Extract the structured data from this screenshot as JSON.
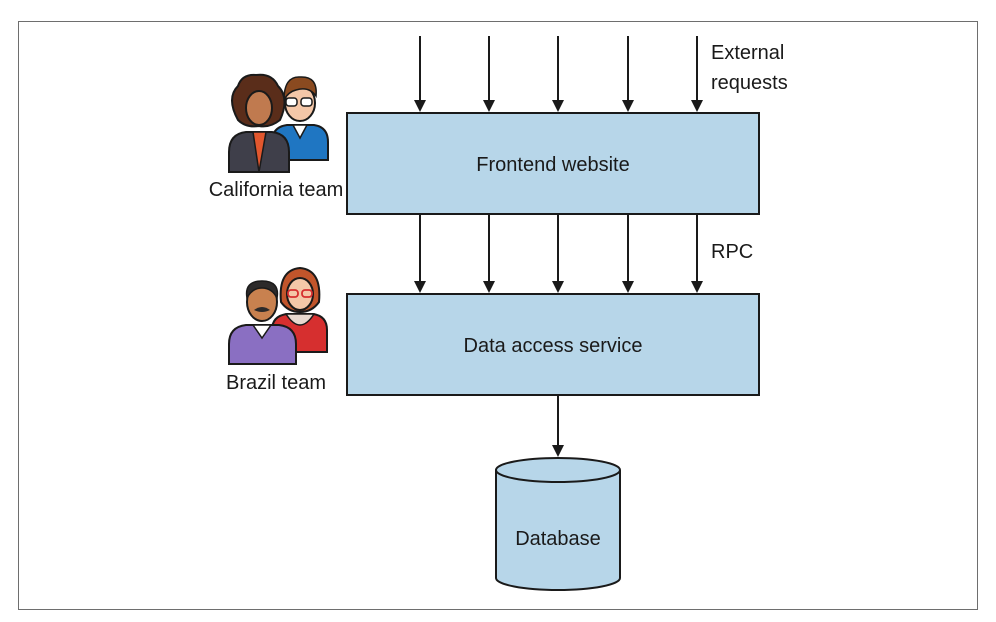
{
  "colors": {
    "box_fill": "#b7d6e9",
    "stroke": "#1a1a1a",
    "frame": "#6e6e6e"
  },
  "boxes": {
    "frontend": "Frontend website",
    "data_access": "Data access service",
    "database": "Database"
  },
  "labels": {
    "external_line1": "External",
    "external_line2": "requests",
    "rpc": "RPC"
  },
  "teams": {
    "california": {
      "label": "California team",
      "icon": "people-icon"
    },
    "brazil": {
      "label": "Brazil team",
      "icon": "people-icon"
    }
  }
}
